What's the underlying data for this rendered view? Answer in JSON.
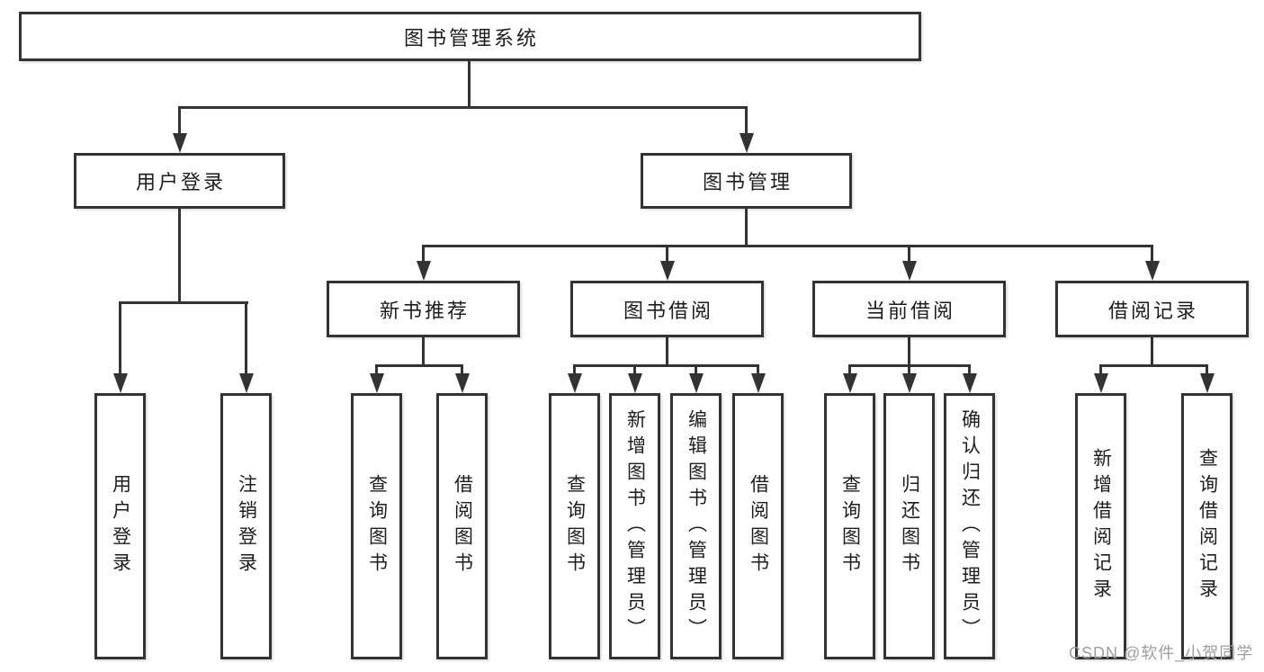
{
  "diagram": {
    "title_node": "图书管理系统",
    "level2": {
      "user_login": "用户登录",
      "book_mgmt": "图书管理"
    },
    "level3": {
      "new_books": "新书推荐",
      "book_borrow": "图书借阅",
      "current_borrow": "当前借阅",
      "borrow_records": "借阅记录"
    },
    "leaves": {
      "user_login": "用户登录",
      "logout": "注销登录",
      "nb_query_books": "查询图书",
      "nb_borrow_books": "借阅图书",
      "bb_query_books": "查询图书",
      "bb_add_books_admin": "新增图书（管理员）",
      "bb_edit_books_admin": "编辑图书（管理员）",
      "bb_borrow_books": "借阅图书",
      "cb_query_books": "查询图书",
      "cb_return_books": "归还图书",
      "cb_confirm_return_admin": "确认归还（管理员）",
      "rec_add_record": "新增借阅记录",
      "rec_query_record": "查询借阅记录"
    },
    "watermark": "CSDN @软件_小贺同学",
    "colors": {
      "line": "#333333",
      "text": "#1d1d1d",
      "background": "#ffffff",
      "watermark": "#9e9e9e"
    }
  }
}
